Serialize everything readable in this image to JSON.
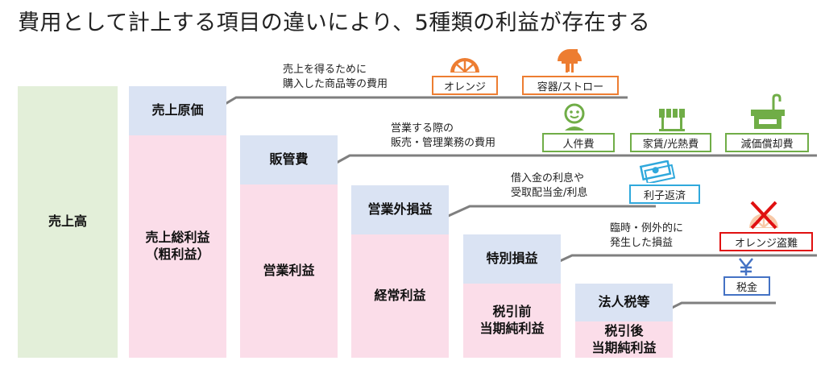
{
  "title": "費用として計上する項目の違いにより、5種類の利益が存在する",
  "blocks": {
    "sales": "売上高",
    "cogs": "売上原価",
    "gross_profit_1": "売上総利益",
    "gross_profit_2": "（粗利益）",
    "sga": "販管費",
    "operating_profit": "営業利益",
    "non_operating": "営業外損益",
    "ordinary_profit": "経常利益",
    "extraordinary": "特別損益",
    "pretax_1": "税引前",
    "pretax_2": "当期純利益",
    "tax": "法人税等",
    "net_1": "税引後",
    "net_2": "当期純利益"
  },
  "notes": {
    "cogs_1": "売上を得るために",
    "cogs_2": "購入した商品等の費用",
    "sga_1": "営業する際の",
    "sga_2": "販売・管理業務の費用",
    "nonop_1": "借入金の利息や",
    "nonop_2": "受取配当金/利息",
    "extra_1": "臨時・例外的に",
    "extra_2": "発生した損益"
  },
  "labels": {
    "orange": "オレンジ",
    "container": "容器/ストロー",
    "personnel": "人件費",
    "rent": "家賃/光熱費",
    "depreciation": "減価償却費",
    "interest": "利子返済",
    "theft": "オレンジ盗難",
    "tax": "税金"
  },
  "colors": {
    "green_block": "#e3efd9",
    "blue_block": "#dae3f3",
    "pink_block": "#fbdde9",
    "orange": "#ed7d31",
    "green": "#70ad47",
    "cyan": "#2fa8dc",
    "red": "#e01010",
    "blue": "#4472c4",
    "line": "#7f7f7f"
  },
  "icons": [
    "orange-slice-icon",
    "straw-cup-icon",
    "smiley-person-icon",
    "storefront-icon",
    "factory-icon",
    "money-bills-icon",
    "orange-crossed-icon",
    "yen-icon"
  ]
}
